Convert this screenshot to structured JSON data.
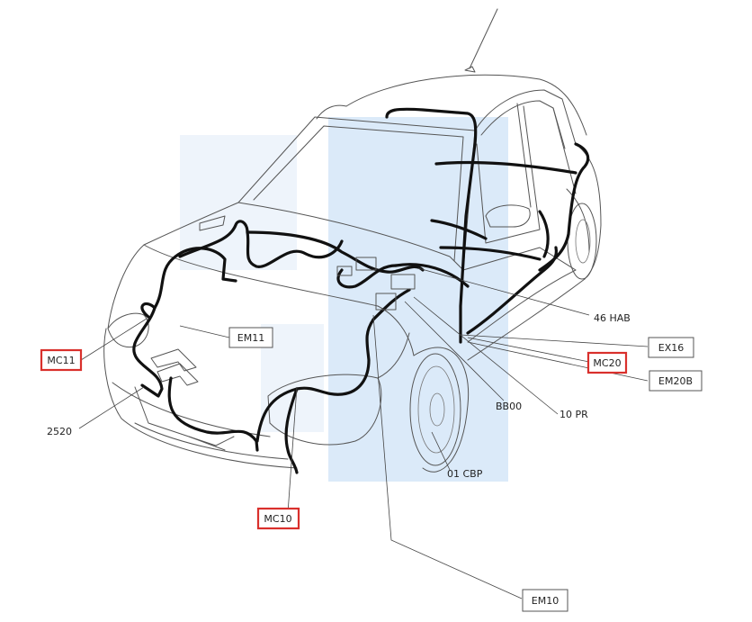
{
  "labels": {
    "em11": "EM11",
    "mc11": "MC11",
    "l2520": "2520",
    "mc10": "MC10",
    "em10": "EM10",
    "hab46": "46 HAB",
    "ex16": "EX16",
    "mc20": "MC20",
    "em20b": "EM20B",
    "bb00": "BB00",
    "pr10": "10 PR",
    "cbp01": "01 CBP"
  },
  "colors": {
    "highlight": "#d9302c",
    "watermark": "#cfe3f7"
  }
}
